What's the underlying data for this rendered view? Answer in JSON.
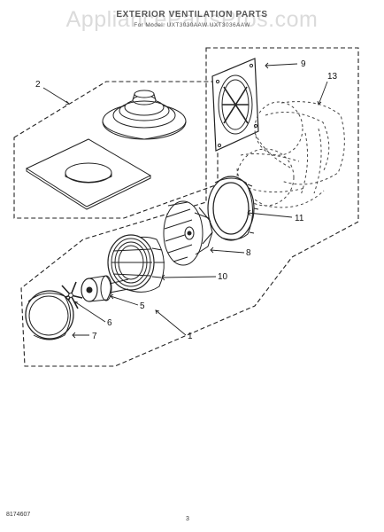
{
  "header": {
    "title": "EXTERIOR VENTILATION PARTS",
    "subtitle": "For Model: UXT3030AAW    UXT3036AAW"
  },
  "watermark": "AppliancePartsPros.com",
  "callouts": {
    "c1": "1",
    "c2": "2",
    "c5": "5",
    "c6": "6",
    "c7": "7",
    "c8": "8",
    "c9": "9",
    "c10": "10",
    "c11": "11",
    "c13": "13"
  },
  "footer": {
    "code": "8174607",
    "page": "3"
  }
}
